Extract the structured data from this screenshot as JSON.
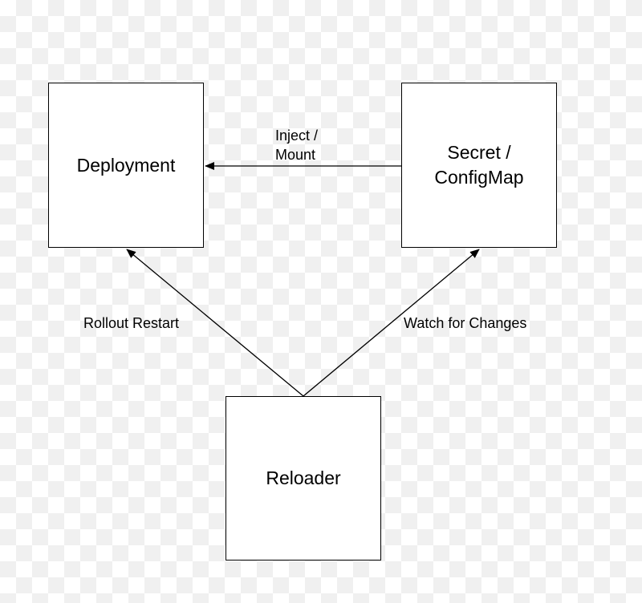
{
  "nodes": {
    "deployment": "Deployment",
    "secret": "Secret /\nConfigMap",
    "reloader": "Reloader"
  },
  "edges": {
    "inject_mount": "Inject /\nMount",
    "rollout_restart": "Rollout Restart",
    "watch_for_changes": "Watch for Changes"
  },
  "colors": {
    "line": "#000000",
    "node_fill": "#ffffff"
  }
}
